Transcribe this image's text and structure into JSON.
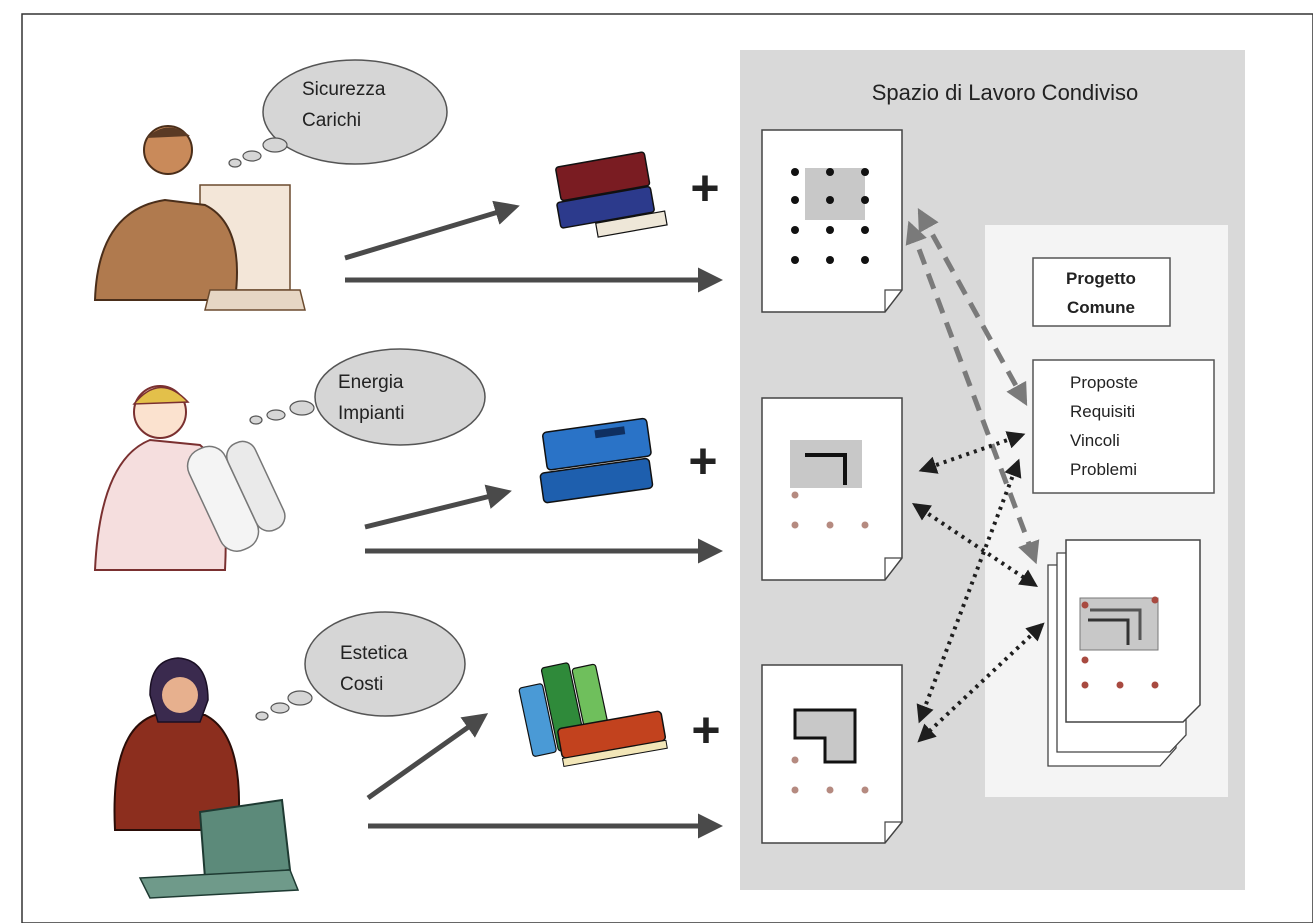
{
  "workspace": {
    "title": "Spazio di Lavoro Condiviso"
  },
  "experts": [
    {
      "thought": [
        "Sicurezza",
        "Carichi"
      ],
      "book_colors": [
        "#7a1c22",
        "#2c3a8c"
      ]
    },
    {
      "thought": [
        "Energia",
        "Impianti"
      ],
      "book_colors": [
        "#1e5fae",
        "#2a73c7"
      ]
    },
    {
      "thought": [
        "Estetica",
        "Costi"
      ],
      "book_colors": [
        "#2f8a3a",
        "#c2421e"
      ]
    }
  ],
  "plus_symbol": "+",
  "common_project": {
    "header": [
      "Progetto",
      "Comune"
    ],
    "items": [
      "Proposte",
      "Requisiti",
      "Vincoli",
      "Problemi"
    ]
  },
  "colors": {
    "workspace_bg": "#d9d9d9",
    "panel_bg": "#f4f4f4",
    "arrow": "#4a4a4a",
    "dashed_arrow": "#7a7a7a",
    "dotted_arrow": "#1e1e1e"
  }
}
